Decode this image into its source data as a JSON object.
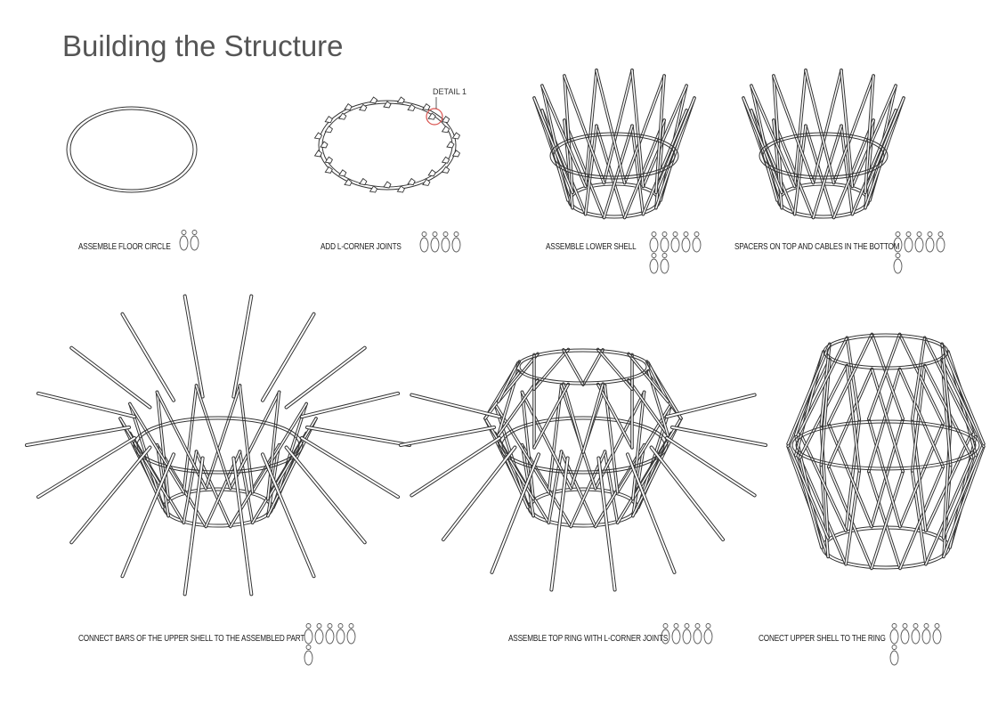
{
  "title": "Building the Structure",
  "detail_label": "DETAIL 1",
  "steps": [
    {
      "label": "ASSEMBLE FLOOR CIRCLE",
      "people": 2
    },
    {
      "label": "ADD L-CORNER JOINTS",
      "people": 4
    },
    {
      "label": "ASSEMBLE LOWER SHELL",
      "people": 7
    },
    {
      "label": "SPACERS ON TOP AND CABLES IN THE BOTTOM",
      "people": 6
    },
    {
      "label": "CONNECT BARS OF THE UPPER SHELL TO THE ASSEMBLED PART",
      "people": 6
    },
    {
      "label": "ASSEMBLE TOP RING WITH L-CORNER JOINTS",
      "people": 5
    },
    {
      "label": "CONECT UPPER SHELL TO THE RING",
      "people": 6
    }
  ],
  "colors": {
    "line": "#333333",
    "detail": "#d9534f",
    "title": "#555555"
  }
}
